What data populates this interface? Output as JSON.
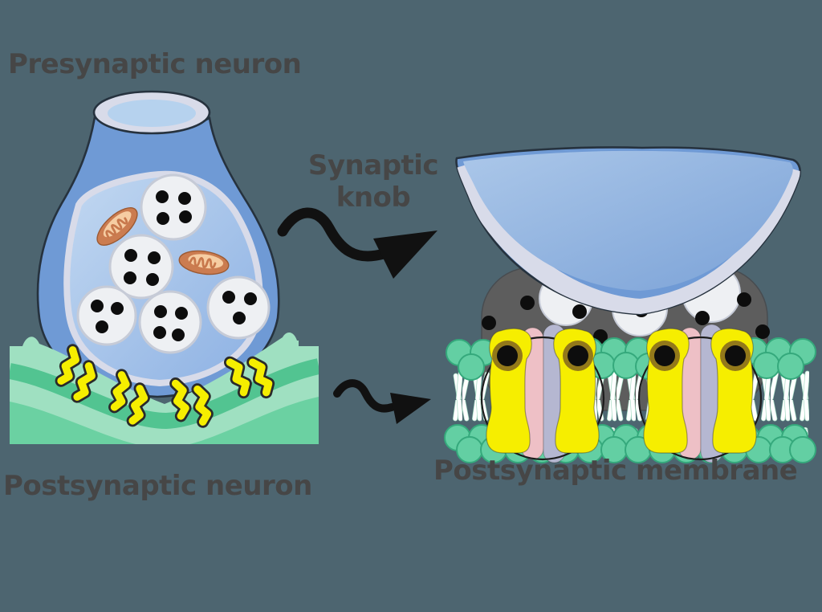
{
  "labels": {
    "presynaptic_neuron": "Presynaptic neuron",
    "postsynaptic_neuron": "Postsynaptic neuron",
    "synaptic_knob": "Synaptic knob",
    "postsynaptic_membrane": "Postsynaptic membrane"
  },
  "figure_summary": {
    "left_panel": {
      "synaptic_vesicle_count": 5,
      "vesicle_dot_counts": [
        4,
        4,
        3,
        4,
        3
      ],
      "mitochondria_count": 2,
      "receptor_pair_count": 4
    },
    "right_panel": {
      "large_vesicle_count": 3,
      "neurotransmitter_free_dot_count": 5,
      "receptor_complex_count": 2,
      "phospholipid_bilayer": true
    }
  },
  "colors": {
    "background": "#4d6570",
    "text": "#464646",
    "outline": "#26323e",
    "arrow": "#111111",
    "neuron-blue": "#6f9ad5",
    "rim": "#d8dbe9",
    "opening-inner": "#b6d2ee",
    "inner-grad-1": "#c2d8f1",
    "inner-grad-2": "#8db1e3",
    "vesicle": "#eef0f3",
    "vesicle-stroke": "#c6cbd7",
    "dot": "#0d0d0d",
    "mito-outer": "#cb7c50",
    "mito-inner": "#f6cda2",
    "mito-line": "#c8784c",
    "green-light": "#9fe0c1",
    "green-main": "#6bd1a2",
    "green-dark": "#52c491",
    "yellow": "#f6ee00",
    "receptor-outline": "#2a2a2a",
    "knob-gray": "#5d5d5d",
    "dome-grad-1": "#abc7e9",
    "dome-grad-2": "#7ba2d7",
    "head": "#63cfa3",
    "head-stroke": "#35a97c",
    "tail": "#ffffff",
    "tail-stroke": "#a6dcc4",
    "pink": "#eec0c6",
    "lavender": "#b5b7d1",
    "ring": "#93791a",
    "circle-outline": "#1b1b1b"
  }
}
